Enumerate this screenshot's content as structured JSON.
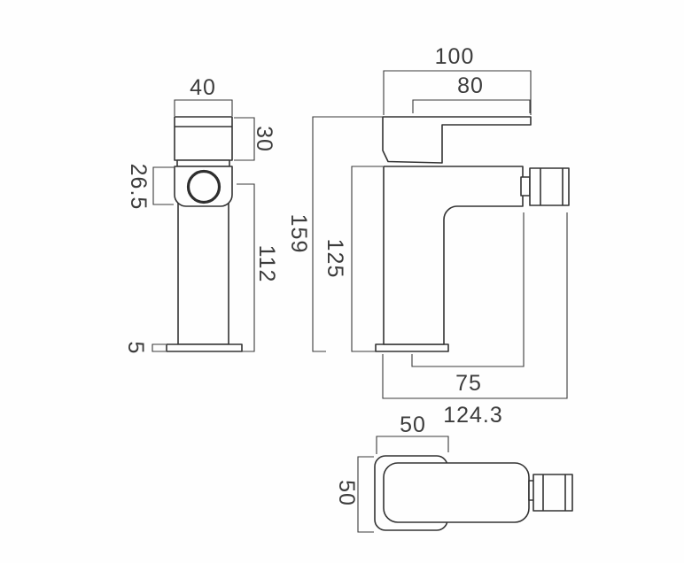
{
  "drawing": {
    "type": "technical-dimension-drawing",
    "subject": "bidet mixer tap - three orthographic views",
    "line_color": "#333333",
    "background": "#fefefe",
    "views": {
      "front": {
        "name": "front view",
        "dimensions": {
          "handle_width": "40",
          "handle_height": "30",
          "body_section_height": "26.5",
          "outlet_height": "112",
          "base_thickness": "5"
        }
      },
      "side": {
        "name": "side view",
        "dimensions": {
          "overall_depth": "100",
          "lever_length": "80",
          "overall_height": "159",
          "body_height": "125",
          "spout_reach": "75",
          "overall_reach": "124.3"
        }
      },
      "top": {
        "name": "top view",
        "dimensions": {
          "handle_depth": "50",
          "handle_width": "50"
        }
      }
    }
  }
}
